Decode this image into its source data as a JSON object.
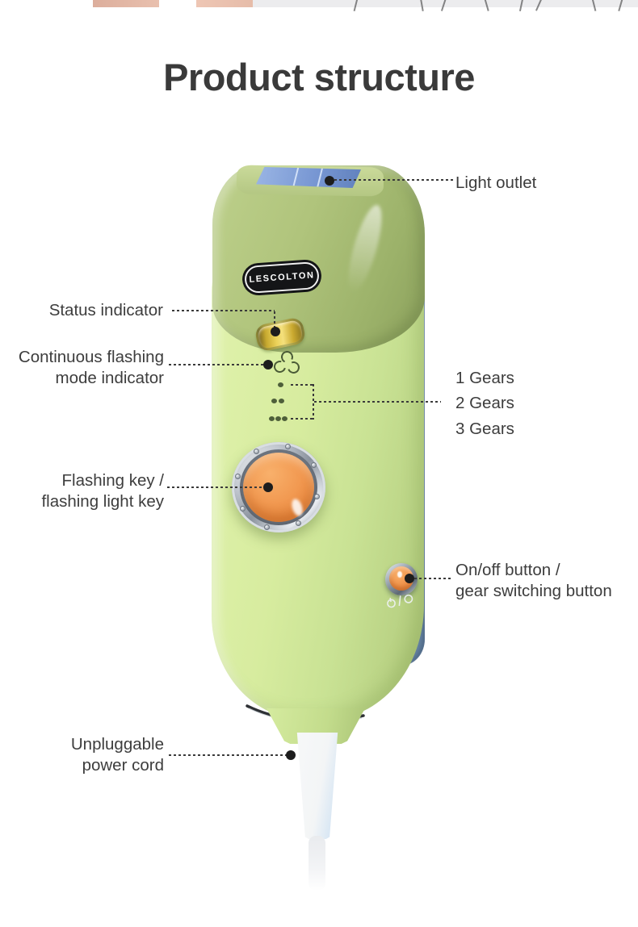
{
  "page": {
    "title": "Product structure"
  },
  "device": {
    "brand": "LESCOLTON"
  },
  "callouts": {
    "light_outlet": {
      "label": "Light outlet"
    },
    "status_indicator": {
      "label": "Status indicator"
    },
    "mode_indicator": {
      "line1": "Continuous flashing",
      "line2": "mode indicator"
    },
    "gears": {
      "items": [
        "1 Gears",
        "2 Gears",
        "3 Gears"
      ]
    },
    "flash_key": {
      "line1": "Flashing key /",
      "line2": "flashing light key"
    },
    "power_button": {
      "line1": "On/off button /",
      "line2": "gear switching button"
    },
    "power_cord": {
      "line1": "Unpluggable",
      "line2": "power cord"
    }
  },
  "colors": {
    "body_green": "#d7ec9f",
    "head_olive": "#a6bb74",
    "accent_orange": "#f0954f",
    "side_panel_blue": "#8aa6c2",
    "status_amber": "#ecd25a",
    "light_outlet_blue": "#7897d3",
    "label_text": "#3d3d3d",
    "title_text": "#3a3a3a"
  }
}
